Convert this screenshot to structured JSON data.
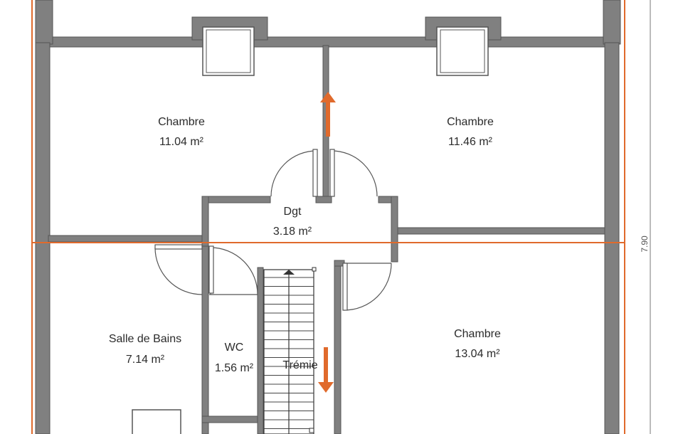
{
  "rooms": [
    {
      "name": "Chambre",
      "area": "11.04 m²"
    },
    {
      "name": "Chambre",
      "area": "11.46 m²"
    },
    {
      "name": "Dgt",
      "area": "3.18 m²"
    },
    {
      "name": "Salle de Bains",
      "area": "7.14 m²"
    },
    {
      "name": "WC",
      "area": "1.56 m²"
    },
    {
      "name": "Trémie",
      "area": ""
    },
    {
      "name": "Chambre",
      "area": "13.04 m²"
    }
  ],
  "dimension": "7.90",
  "colors": {
    "wall": "#808080",
    "accent": "#e06a2c",
    "line": "#555555"
  }
}
